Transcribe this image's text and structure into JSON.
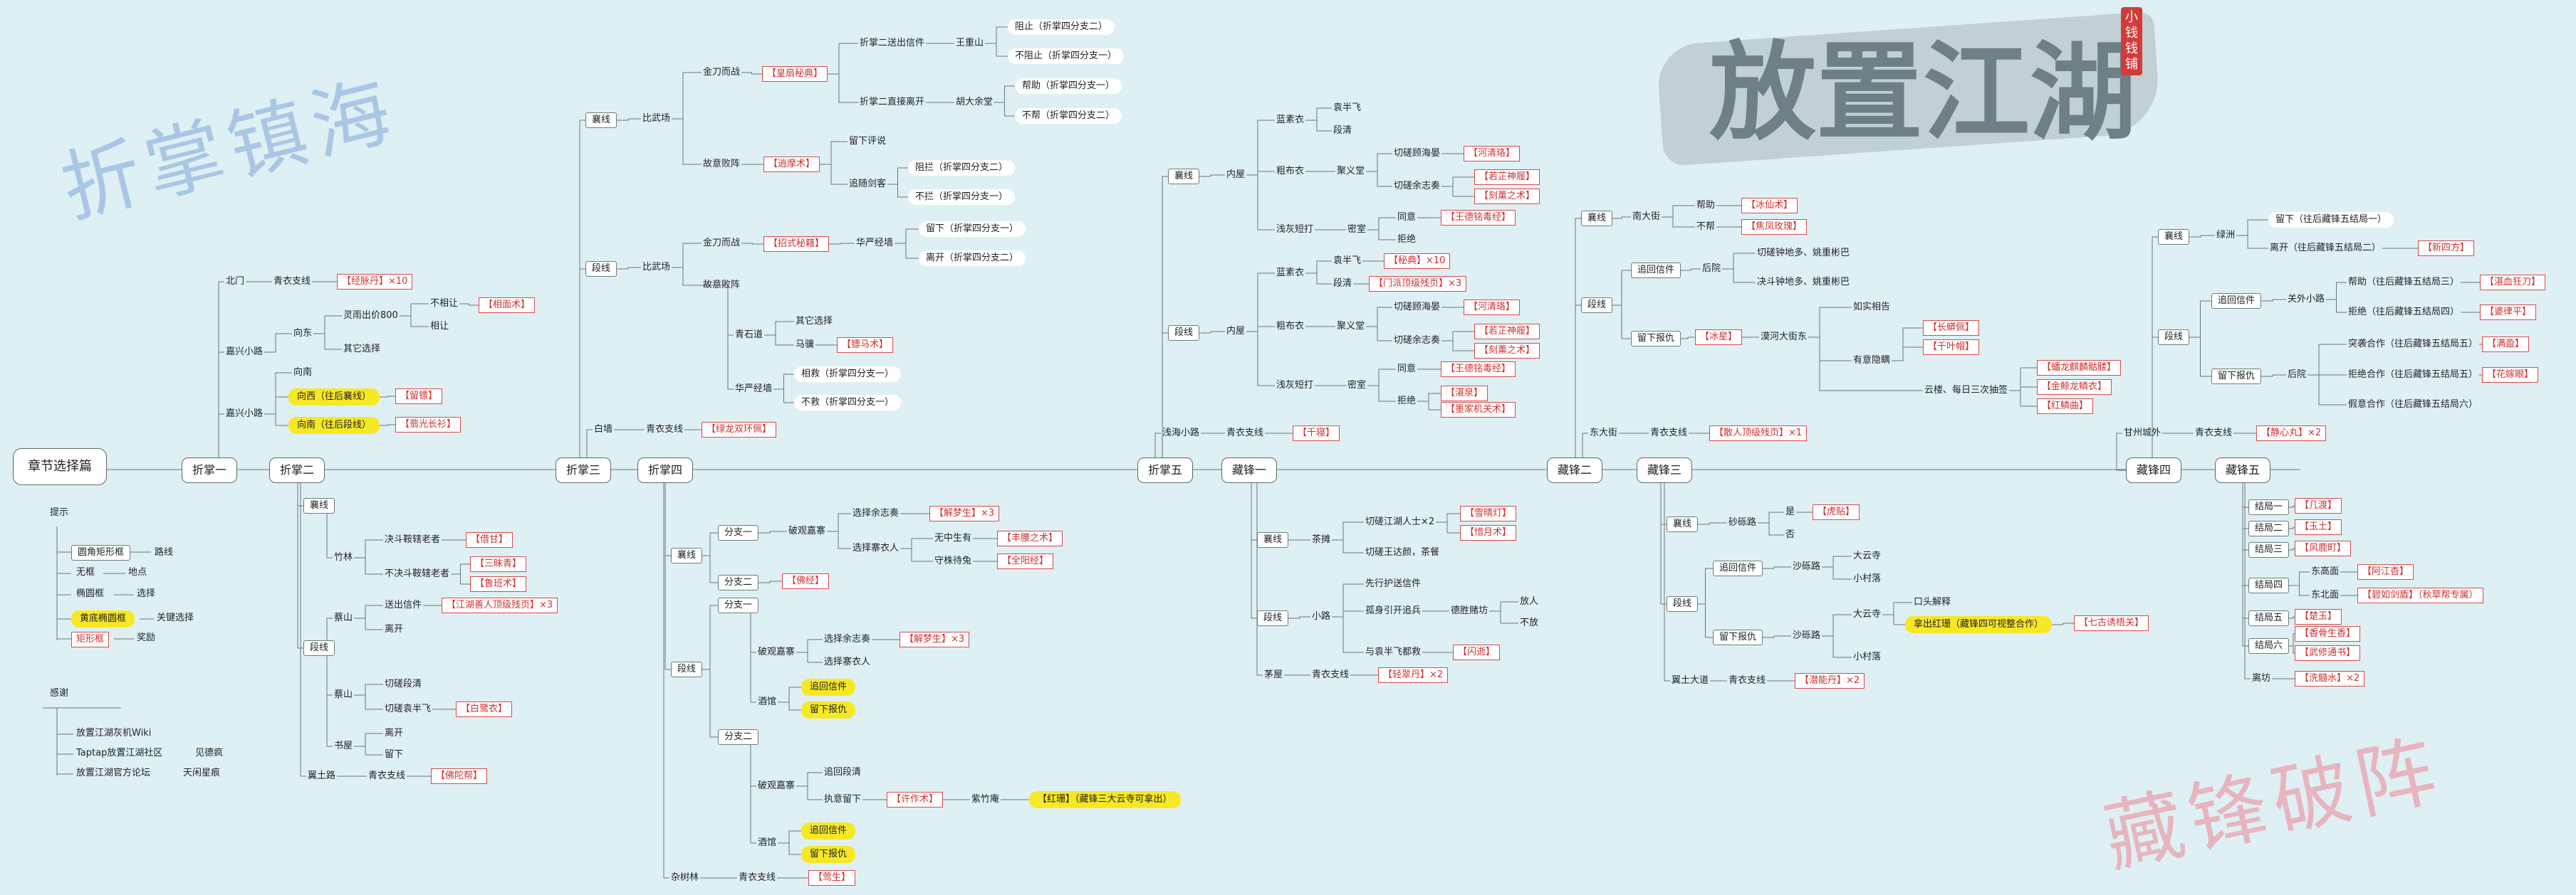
{
  "watermarks": {
    "top_left": "折掌镇海",
    "bottom_right": "藏锋破阵"
  },
  "logo": {
    "title": "放置江湖",
    "stamp_lines": [
      "小",
      "钱",
      "钱",
      "铺"
    ]
  },
  "nodes": {
    "root": "章节选择篇",
    "c1": "折掌一",
    "c2": "折掌二",
    "c3": "折掌三",
    "c4": "折掌四",
    "c5": "折掌五",
    "c6": "藏锋一",
    "c7": "藏锋二",
    "c8": "藏锋三",
    "c9": "藏锋四",
    "c10": "藏锋五",
    "tip_t": "提示",
    "tip_a": "圆角矩形框",
    "tip_a2": "路线",
    "tip_b": "无框",
    "tip_b2": "地点",
    "tip_c": "椭圆框",
    "tip_c2": "选择",
    "tip_d": "黄底椭圆框",
    "tip_d2": "关键选择",
    "tip_e": "矩形框",
    "tip_e2": "奖励",
    "thx_t": "感谢",
    "thx_a": "放置江湖灰机Wiki",
    "thx_b": "Taptap放置江湖社区",
    "thx_b2": "见德疯",
    "thx_c": "放置江湖官方论坛",
    "thx_c2": "天闲星痕",
    "a1": "北门",
    "a1b": "青衣支线",
    "a1c": "【经脉丹】×10",
    "a2": "嘉兴小路",
    "a2a": "向东",
    "a2a1": "灵雨出价800",
    "a2a1a": "不相让",
    "a2a1b": "相让",
    "a2a1r": "【相面术】",
    "a2a2": "其它选择",
    "a3": "嘉兴小路",
    "a3a": "向南",
    "a3b": "向西（往后襄线）",
    "a3c": "向南（往后段线）",
    "a3br": "【留镖】",
    "a3cr": "【翡光长衫】",
    "b1": "襄线",
    "b1a": "竹林",
    "b1a1": "决斗鞍辖老者",
    "b1a1r": "【借甘】",
    "b1a2": "不决斗鞍辖老者",
    "b1a2r1": "【三昧青】",
    "b1a2r2": "【鲁班术】",
    "b2": "段线",
    "b2a": "蔡山",
    "b2a1": "送出信件",
    "b2a1r": "【江湖善人顶级残页】×3",
    "b2a2": "离开",
    "b2b": "蔡山",
    "b2b1": "切磋段清",
    "b2b2": "切磋袁半飞",
    "b2b2r": "【白鹭衣】",
    "b2c": "书屋",
    "b2c1": "离开",
    "b2c2": "留下",
    "b3": "翼土路",
    "b3a": "青衣支线",
    "b3ar": "【佛陀帮】",
    "d1": "襄线",
    "d1a": "比武场",
    "d1a1": "金刀而战",
    "d1a1r": "【皇扇秘典】",
    "d1a1a": "折掌二送出信件",
    "d1a1a1": "王重山",
    "d1a1a1a": "阻止（折掌四分支二）",
    "d1a1a1b": "不阻止（折掌四分支一）",
    "d1a1b": "折掌二直接离开",
    "d1a1b1": "胡大余堂",
    "d1a1b1a": "帮助（折掌四分支一）",
    "d1a1b1b": "不帮（折掌四分支二）",
    "d1a2": "故意败阵",
    "d1a2r": "【逍摩术】",
    "d1a2a": "留下评说",
    "d1a2b": "追随剑客",
    "d1a2b1": "阻拦（折掌四分支二）",
    "d1a2b2": "不拦（折掌四分支一）",
    "d2": "段线",
    "d2a": "比武场",
    "d2a1": "金刀而战",
    "d2a1r": "【招式秘籍】",
    "d2a1a": "华严经墙",
    "d2a1a1": "留下（折掌四分支一）",
    "d2a1a2": "离开（折掌四分支二）",
    "d2a2": "故意败阵",
    "d2a2a": "青石道",
    "d2a2a1": "其它选择",
    "d2a2a2": "马骥",
    "d2a2a2r": "【镖马术】",
    "d2a2b": "华严经墙",
    "d2a2b1": "相救（折掌四分支一）",
    "d2a2b2": "不救（折掌四分支一）",
    "d3": "白墙",
    "d3a": "青衣支线",
    "d3ar": "【绿龙双环佩】",
    "e1": "襄线",
    "e1a": "分支一",
    "e1a1": "破观嘉寨",
    "e1a1a": "选择余志奏",
    "e1a1ar": "【解梦生】×3",
    "e1a1b": "选择寨衣人",
    "e1a1b1": "无中生有",
    "e1a1b1r": "【丰腰之术】",
    "e1a1b2": "守株待兔",
    "e1a1b2r": "【全阳经】",
    "e1b": "分支二",
    "e1br": "【佛经】",
    "e2": "段线",
    "e2a": "分支一",
    "e2a1": "破观嘉寨",
    "e2a1a": "选择余志奏",
    "e2a1ar": "【解梦生】×3",
    "e2a1b": "选择寨衣人",
    "e2a2": "酒馆",
    "e2a2a": "追回信件",
    "e2a2b": "留下报仇",
    "e2b": "分支二",
    "e2b1": "破观嘉寨",
    "e2b1a": "追回段清",
    "e2b1b": "执意留下",
    "e2b1br": "【许作术】",
    "e2b1c": "紫竹庵",
    "e2b1cy": "【红珊】（藏锋三大云寺可拿出）",
    "e2b2": "酒馆",
    "e2b2a": "追回信件",
    "e2b2b": "留下报仇",
    "e3": "杂树林",
    "e3a": "青衣支线",
    "e3ar": "【莺生】",
    "f1": "襄线",
    "f1a": "内屋",
    "f1a1": "蓝素衣",
    "f1a1a": "袁半飞",
    "f1a1b": "段清",
    "f1a2": "粗布衣",
    "f1a2a": "聚义堂",
    "f1a2a1": "切磋顾海晏",
    "f1a2a1r": "【河清珞】",
    "f1a2a2": "切磋余志奏",
    "f1a2a2r1": "【若芷神履】",
    "f1a2a2r2": "【刻薰之术】",
    "f1a3": "浅灰短打",
    "f1a3a": "密室",
    "f1a3a1": "同意",
    "f1a3a1r": "【王德铭毒经】",
    "f1a3a2": "拒绝",
    "f2": "段线",
    "f2a": "内屋",
    "f2a1": "蓝素衣",
    "f2a1a": "袁半飞",
    "f2a1ar": "【秘典】×10",
    "f2a1b": "段清",
    "f2a1br": "【门派顶级残页】×3",
    "f2a2": "粗布衣",
    "f2a2a": "聚义堂",
    "f2a2a1": "切磋顾海晏",
    "f2a2a1r": "【河清珞】",
    "f2a2a2": "切磋余志奏",
    "f2a2a2r1": "【若芷神履】",
    "f2a2a2r2": "【刻薰之术】",
    "f2a3": "浅灰短打",
    "f2a3a": "密室",
    "f2a3a1": "同意",
    "f2a3a1r": "【王德铭毒经】",
    "f2a3a2": "拒绝",
    "f2a3a2r1": "【湛泉】",
    "f2a3a2r2": "【墨家机关术】",
    "f3": "浅海小路",
    "f3a": "青衣支线",
    "f3ar": "【千寝】",
    "g1": "襄线",
    "g1a": "茶摊",
    "g1a1": "切磋江湖人士×2",
    "g1a1r1": "【雪晴灯】",
    "g1a1r2": "【惜月术】",
    "g1a2": "切磋王达颜，茶餐",
    "g2": "段线",
    "g2a": "小路",
    "g2a1": "先行护送信件",
    "g2a2": "孤身引开追兵",
    "g2a2a": "德胜赌坊",
    "g2a2a1": "放人",
    "g2a2a2": "不放",
    "g2a3": "与袁半飞都救",
    "g2a3r": "【闪逝】",
    "g3": "茅屋",
    "g3a": "青衣支线",
    "g3ar": "【轻翠丹】×2",
    "h1": "襄线",
    "h1a": "南大街",
    "h1a1": "帮助",
    "h1a1r": "【冰仙术】",
    "h1a2": "不帮",
    "h1a2r": "【焦凤玫瑰】",
    "h2": "段线",
    "h2a": "追回信件",
    "h2a1": "后院",
    "h2a1a": "切磋钟地多、姚重彬巴",
    "h2a1b": "决斗钟地多、姚重彬巴",
    "h2b": "留下报仇",
    "h2br": "【冰星】",
    "h2b1": "漠河大街东",
    "h2b1a": "如实相告",
    "h2b1b": "有意隐瞒",
    "h2b1br1": "【长蟒佩】",
    "h2b1br2": "【千叶帽】",
    "h2b1c": "云楼、每日三次抽签",
    "h2b1cr1": "【蟠龙麒麟骷髅】",
    "h2b1cr2": "【金鲸龙鳞衣】",
    "h2b1cr3": "【红鳞曲】",
    "h3": "东大街",
    "h3a": "青衣支线",
    "h3ar": "【散人顶级残页】×1",
    "i1": "襄线",
    "i1a": "砂砾路",
    "i1a1": "是",
    "i1a1r": "【虎贴】",
    "i1a2": "否",
    "i2": "段线",
    "i2a": "追回信件",
    "i2a1": "沙砾路",
    "i2a1a": "大云寺",
    "i2a1b": "小村落",
    "i2b": "留下报仇",
    "i2b1": "沙砾路",
    "i2b1a": "大云寺",
    "i2b1a1": "口头解释",
    "i2b1a2": "拿出红珊（藏锋四可视整合作）",
    "i2b1a2r": "【七古诱梧关】",
    "i2b1b": "小村落",
    "i3": "翼土大道",
    "i3a": "青衣支线",
    "i3ar": "【潜能丹】×2",
    "j1": "襄线",
    "j1a": "绿洲",
    "j1a1": "留下（往后藏锋五结局一）",
    "j1a2": "离开（往后藏锋五结局二）",
    "j1a2r": "【新四方】",
    "j2": "段线",
    "j2a": "追回信件",
    "j2a1": "关外小路",
    "j2a1a": "帮助（往后藏锋五结局三）",
    "j2a1ar": "【湛血狂刀】",
    "j2a1b": "拒绝（往后藏锋五结局四）",
    "j2a1br": "【婆律平】",
    "j2b": "留下报仇",
    "j2b1": "后院",
    "j2b1a": "突袭合作（往后藏锋五结局五）",
    "j2b1ar": "【满盈】",
    "j2b1b": "拒绝合作（往后藏锋五结局五）",
    "j2b1br": "【花嫁眼】",
    "j2b1c": "假意合作（往后藏锋五结局六）",
    "j3": "甘州城外",
    "j3a": "青衣支线",
    "j3ar": "【静心丸】×2",
    "k1": "结局一",
    "k1r": "【几渡】",
    "k2": "结局二",
    "k2r": "【玉土】",
    "k3": "结局三",
    "k3r": "【风鹿町】",
    "k4": "结局四",
    "k4a": "东高面",
    "k4ar": "【阿江杳】",
    "k4b": "东北面",
    "k4br": "【碧如剑盾】（秋草帮专属）",
    "k5": "结局五",
    "k5r": "【楚玉】",
    "k6": "结局六",
    "k6r1": "【香骨生香】",
    "k6r2": "【武修通书】",
    "k7": "离坊",
    "k7r": "【洗髓水】×2"
  }
}
